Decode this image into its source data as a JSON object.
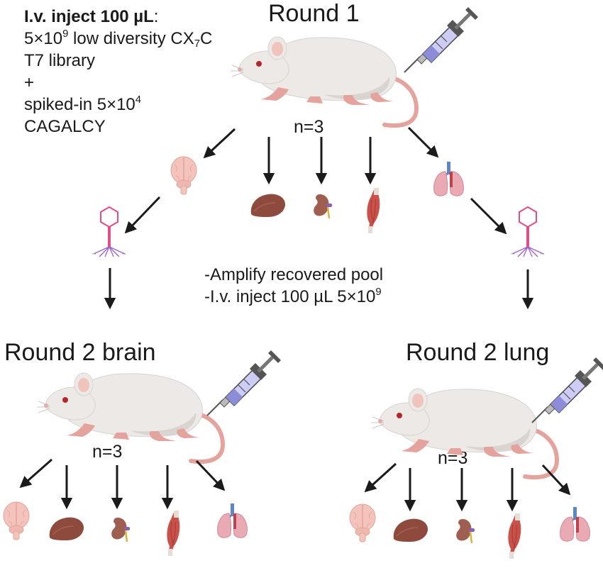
{
  "round1": {
    "title": "Round 1",
    "n_label": "n=3",
    "injection": {
      "lead": "I.v. inject 100 µL",
      "colon": ":",
      "dose_prefix": "5×10",
      "dose_exp": "9",
      "dose_suffix": " low diversity CX",
      "cx_sub": "7",
      "cx_end": "C",
      "library": "T7 library",
      "plus": "+",
      "spike_prefix": "spiked-in 5×10",
      "spike_exp": "4",
      "peptide": "CAGALCY"
    }
  },
  "amplify": {
    "line1": "-Amplify recovered pool",
    "line2_prefix": "-I.v. inject 100 µL 5×10",
    "line2_exp": "9"
  },
  "round2_brain": {
    "title": "Round 2 brain",
    "n_label": "n=3"
  },
  "round2_lung": {
    "title": "Round 2 lung",
    "n_label": "n=3"
  },
  "icons": [
    "mouse-icon",
    "syringe-icon",
    "brain-icon",
    "liver-icon",
    "kidney-icon",
    "muscle-icon",
    "lung-icon",
    "phage-icon",
    "arrow-icon"
  ],
  "colors": {
    "mouse_body": "#ece9e6",
    "mouse_ear": "#f0c3bd",
    "mouse_tail": "#e4a39c",
    "syringe_barrel": "#ccccf4",
    "brain": "#f4c3bb",
    "liver": "#8e4a3c",
    "kidney": "#9e5e50",
    "muscle": "#c8514a",
    "lung": "#eaaab4",
    "phage_head": "#e24c8a",
    "phage_tail": "#9b62cc",
    "arrow": "#1b1b1b"
  }
}
